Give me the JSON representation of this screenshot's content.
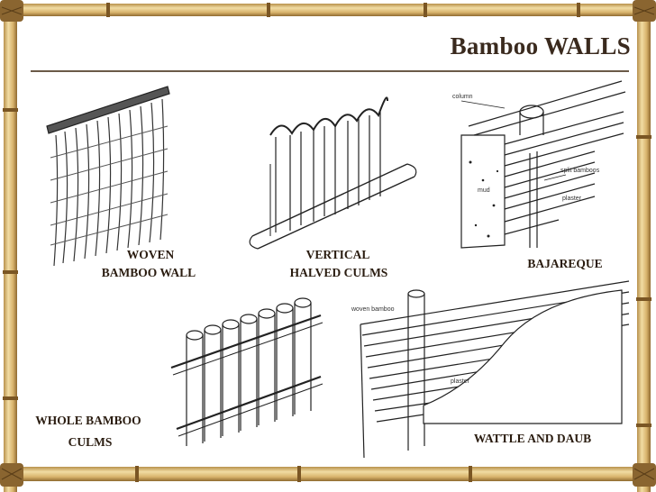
{
  "title": "Bamboo WALLS",
  "panels": {
    "woven": {
      "line1": "WOVEN",
      "line2": "BAMBOO WALL"
    },
    "vertical": {
      "line1": "VERTICAL",
      "line2": "HALVED CULMS"
    },
    "bajareque": {
      "title": "BAJAREQUE",
      "column": "column",
      "split": "split bamboos",
      "mud": "mud",
      "plaster": "plaster"
    },
    "whole": {
      "line1": "WHOLE BAMBOO",
      "line2": "CULMS"
    },
    "wattle": {
      "title": "WATTLE AND DAUB",
      "woven": "woven bamboo",
      "plaster": "plaster"
    }
  },
  "colors": {
    "frame_light": "#e9cf8e",
    "frame_dark": "#a07838",
    "ink": "#2a1c10"
  }
}
